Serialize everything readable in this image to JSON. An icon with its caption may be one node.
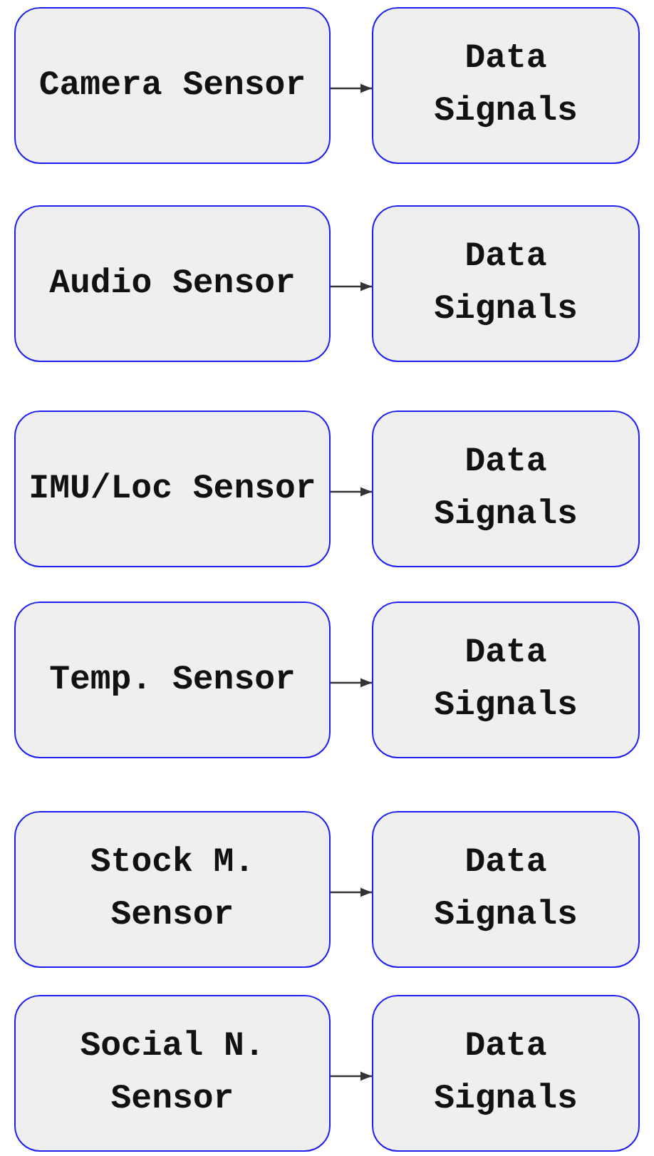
{
  "diagram": {
    "nodes": [
      {
        "text": [
          "Camera Sensor"
        ]
      },
      {
        "text": [
          "Data Signals"
        ]
      },
      {
        "text": [
          "Audio Sensor"
        ]
      },
      {
        "text": [
          "Data Signals"
        ]
      },
      {
        "text": [
          "IMU/Loc Sensor"
        ]
      },
      {
        "text": [
          "Data Signals"
        ]
      },
      {
        "text": [
          "Temp. Sensor"
        ]
      },
      {
        "text": [
          "Data Signals"
        ]
      },
      {
        "text": [
          "Stock M. Sensor"
        ]
      },
      {
        "text": [
          "Data Signals"
        ]
      },
      {
        "text": [
          "Social N. Sensor"
        ]
      },
      {
        "text": [
          "Data Signals"
        ]
      }
    ],
    "edges": [
      {
        "from": 0,
        "to": 1,
        "arrow": "to"
      },
      {
        "from": 2,
        "to": 3,
        "arrow": "to"
      },
      {
        "from": 4,
        "to": 5,
        "arrow": "to"
      },
      {
        "from": 6,
        "to": 7,
        "arrow": "to"
      },
      {
        "from": 8,
        "to": 9,
        "arrow": "to"
      },
      {
        "from": 10,
        "to": 11,
        "arrow": "to"
      }
    ]
  }
}
